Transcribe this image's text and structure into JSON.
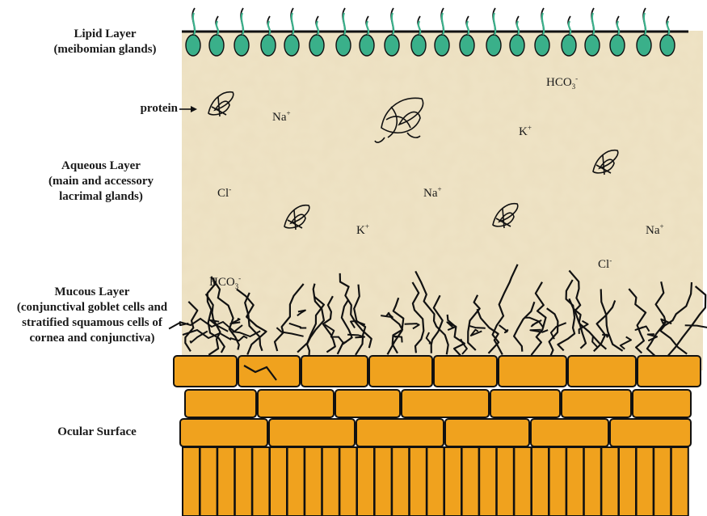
{
  "labels": {
    "lipid": [
      "Lipid Layer",
      "(meibomian glands)"
    ],
    "protein": "protein",
    "aqueous": [
      "Aqueous Layer",
      "(main and accessory",
      "lacrimal glands)"
    ],
    "mucous": [
      "Mucous Layer",
      "(conjunctival goblet cells and",
      "stratified squamous cells of",
      "cornea and conjunctiva)"
    ],
    "ocular": "Ocular Surface"
  },
  "ions": [
    {
      "base": "HCO",
      "sub": "3",
      "sup": "-"
    },
    {
      "base": "Na",
      "sub": "",
      "sup": "+"
    },
    {
      "base": "K",
      "sub": "",
      "sup": "+"
    },
    {
      "base": "Cl",
      "sub": "",
      "sup": "-"
    },
    {
      "base": "Na",
      "sub": "",
      "sup": "+"
    },
    {
      "base": "K",
      "sub": "",
      "sup": "+"
    },
    {
      "base": "Na",
      "sub": "",
      "sup": "+"
    },
    {
      "base": "Cl",
      "sub": "",
      "sup": "-"
    },
    {
      "base": "HCO",
      "sub": "3",
      "sup": "-"
    }
  ],
  "colors": {
    "tear_film": "#efe4c6",
    "lipid_molecule": "#3ab08a",
    "cell_fill": "#f0a21e",
    "outline": "#111111"
  }
}
